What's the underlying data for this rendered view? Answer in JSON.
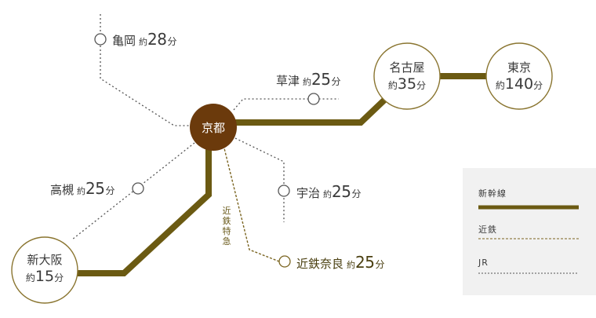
{
  "hub": {
    "name": "京都"
  },
  "stations": {
    "kameoka": {
      "name": "亀岡",
      "prefix": "約",
      "minutes": "28",
      "unit": "分"
    },
    "kusatsu": {
      "name": "草津",
      "prefix": "約",
      "minutes": "25",
      "unit": "分"
    },
    "takatsuki": {
      "name": "高槻",
      "prefix": "約",
      "minutes": "25",
      "unit": "分"
    },
    "uji": {
      "name": "宇治",
      "prefix": "約",
      "minutes": "25",
      "unit": "分"
    },
    "kintetsu_nara": {
      "name": "近鉄奈良",
      "prefix": "約",
      "minutes": "25",
      "unit": "分"
    },
    "shin_osaka": {
      "name": "新大阪",
      "prefix": "約",
      "minutes": "15",
      "unit": "分"
    },
    "nagoya": {
      "name": "名古屋",
      "prefix": "約",
      "minutes": "35",
      "unit": "分"
    },
    "tokyo": {
      "name": "東京",
      "prefix": "約",
      "minutes": "140",
      "unit": "分"
    }
  },
  "kintetsu_express_label": "近鉄特急",
  "legend": {
    "shinkansen": "新幹線",
    "kintetsu": "近鉄",
    "jr": "JR"
  },
  "colors": {
    "shinkansen": "#6b5a12",
    "hub_fill": "#6b3a0c",
    "circle_stroke": "#8a7530",
    "jr_line": "#555555",
    "kintetsu_line": "#7a6420",
    "legend_bg": "#f1f1f1"
  }
}
